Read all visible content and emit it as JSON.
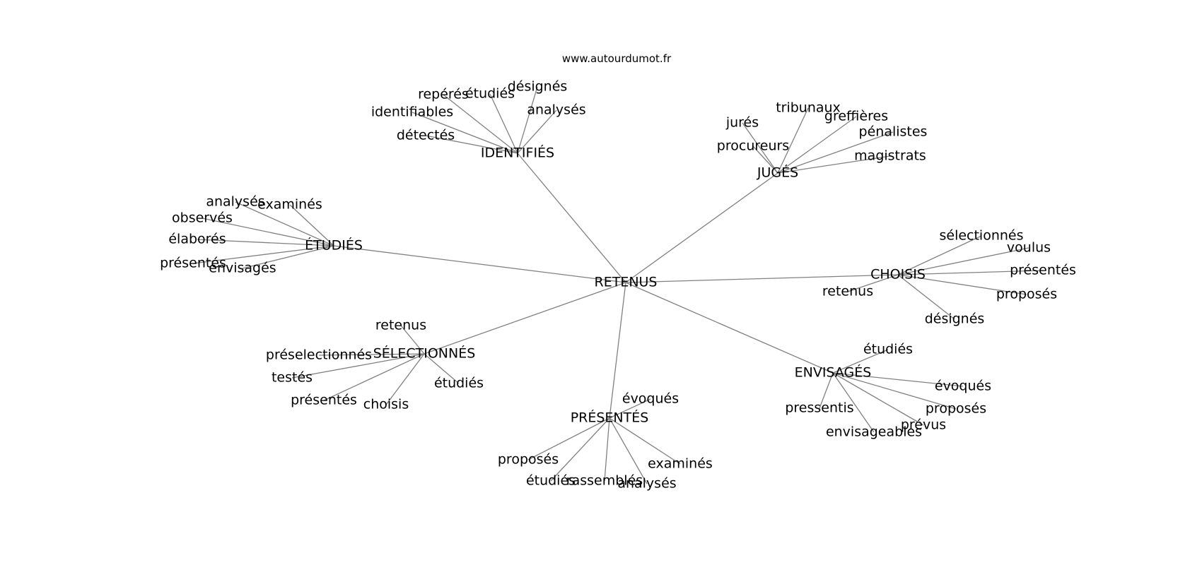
{
  "source": "www.autourdumot.fr",
  "colors": {
    "edge": "#808080",
    "text": "#000000",
    "background": "#ffffff"
  },
  "graph": {
    "root": "RETENUS",
    "branches": [
      {
        "label": "IDENTIFIÉS",
        "leaves": [
          "repérés",
          "étudiés",
          "désignés",
          "analysés",
          "identifiables",
          "détectés"
        ]
      },
      {
        "label": "JUGÉS",
        "leaves": [
          "jurés",
          "tribunaux",
          "greffières",
          "pénalistes",
          "procureurs",
          "magistrats"
        ]
      },
      {
        "label": "ÉTUDIÉS",
        "leaves": [
          "analysés",
          "examinés",
          "observés",
          "élaborés",
          "présentés",
          "envisagés"
        ]
      },
      {
        "label": "CHOISIS",
        "leaves": [
          "sélectionnés",
          "voulus",
          "présentés",
          "proposés",
          "retenus",
          "désignés"
        ]
      },
      {
        "label": "SÉLECTIONNÉS",
        "leaves": [
          "retenus",
          "préselectionnés",
          "testés",
          "présentés",
          "choisis",
          "étudiés"
        ]
      },
      {
        "label": "PRÉSENTÉS",
        "leaves": [
          "évoqués",
          "proposés",
          "étudiés",
          "rassemblés",
          "analysés",
          "examinés"
        ]
      },
      {
        "label": "ENVISAGÉS",
        "leaves": [
          "étudiés",
          "évoqués",
          "proposés",
          "prévus",
          "envisageables",
          "pressentis"
        ]
      }
    ]
  }
}
